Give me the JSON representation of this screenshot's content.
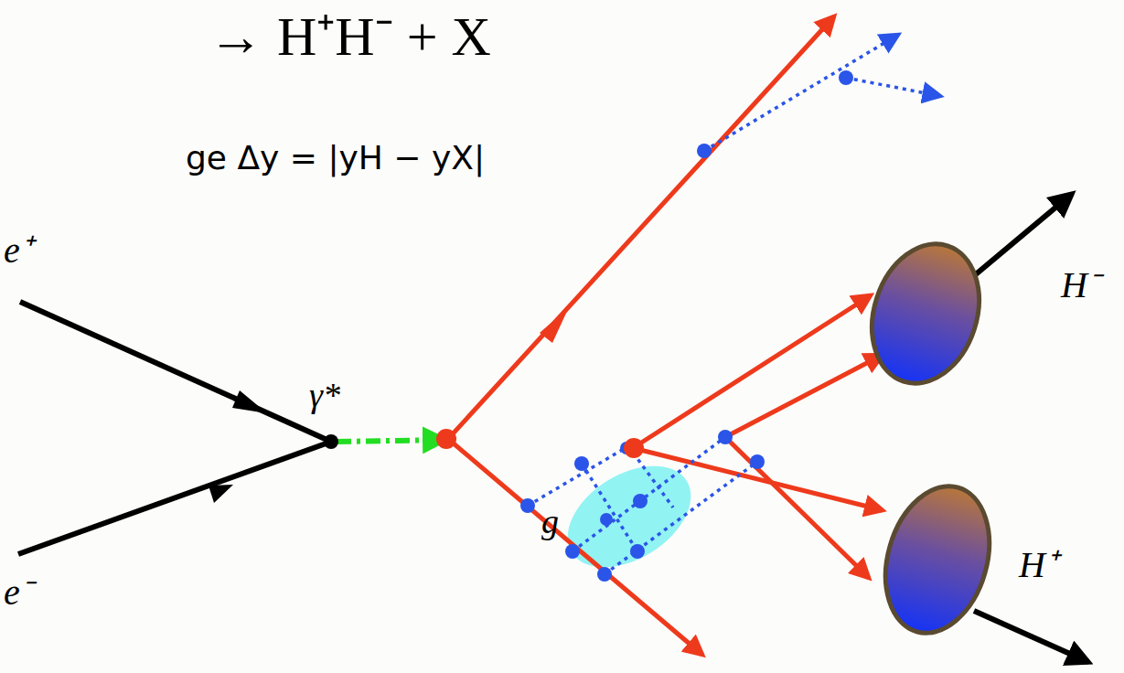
{
  "diagram": {
    "nodes": [
      {
        "text": [
          "H⁻"
        ]
      },
      {
        "text": [
          "H⁺"
        ]
      }
    ],
    "labels": [
      "→ H⁺H⁻ + X",
      "ge Δy = |yH − yX|",
      "e⁺",
      "e⁻",
      "γ*",
      "g"
    ]
  }
}
